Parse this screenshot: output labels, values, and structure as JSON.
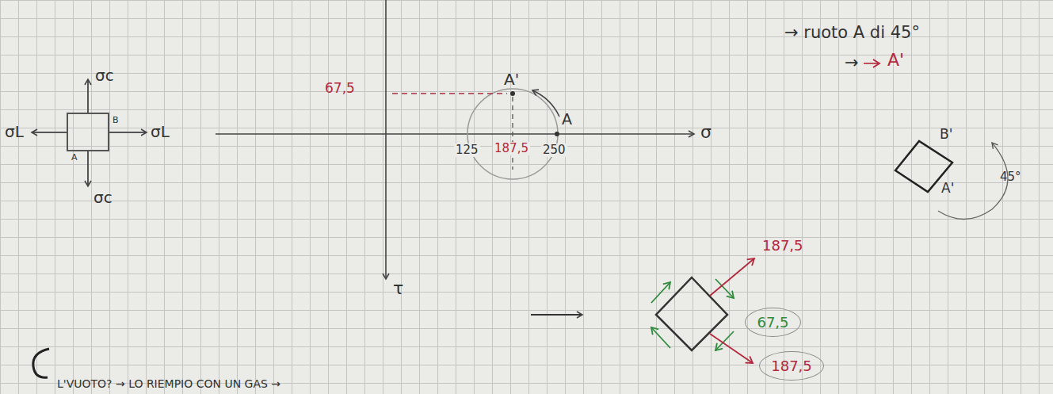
{
  "diagram": {
    "nodes": [
      {
        "text": [
          "67,5"
        ]
      },
      {
        "text": [
          "187,5"
        ]
      }
    ],
    "labels": [
      "σc",
      "σc",
      "σL",
      "σL",
      "B",
      "A",
      "67,5",
      "A'",
      "A",
      "125",
      "187,5",
      "250",
      "σ",
      "τ",
      "→ ruoto A di 45°",
      "→",
      "A'",
      "B'",
      "A'",
      "45°",
      "187,5",
      "L'VUOTO? → LO RIEMPIO CON UN GAS →"
    ]
  }
}
